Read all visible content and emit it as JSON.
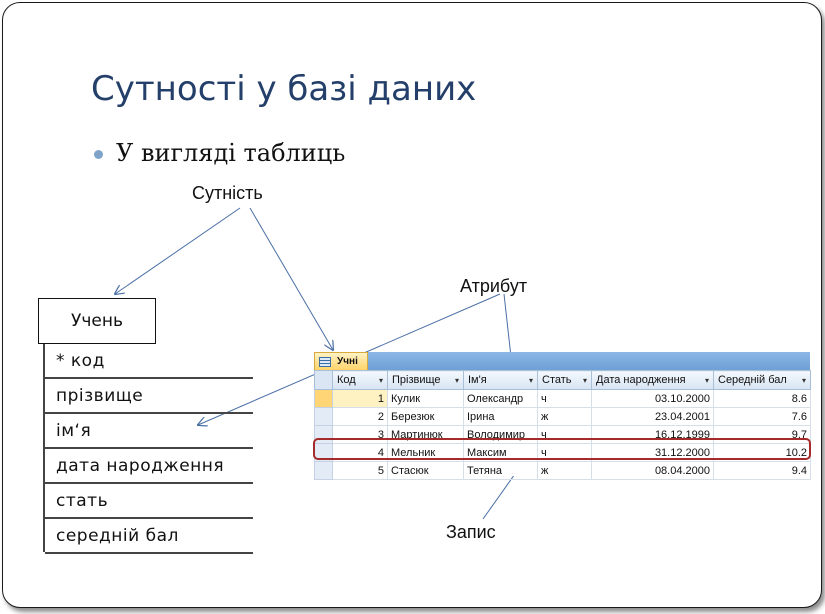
{
  "slide": {
    "title": "Сутності у базі даних",
    "bullet": "У вигляді таблиць"
  },
  "labels": {
    "entity": "Сутність",
    "attribute": "Атрибут",
    "record": "Запис"
  },
  "entity_diagram": {
    "name": "Учень",
    "fields": [
      "* код",
      "прізвище",
      "ім‘я",
      "дата народження",
      "стать",
      "середній бал"
    ]
  },
  "table": {
    "tab_label": "Учні",
    "columns": [
      "Код",
      "Прізвище",
      "Ім'я",
      "Стать",
      "Дата народження",
      "Середній бал"
    ],
    "rows": [
      [
        "1",
        "Кулик",
        "Олександр",
        "ч",
        "03.10.2000",
        "8.6"
      ],
      [
        "2",
        "Березюк",
        "Ірина",
        "ж",
        "23.04.2001",
        "7.6"
      ],
      [
        "3",
        "Мартинюк",
        "Володимир",
        "ч",
        "16.12.1999",
        "9.7"
      ],
      [
        "4",
        "Мельник",
        "Максим",
        "ч",
        "31.12.2000",
        "10.2"
      ],
      [
        "5",
        "Стасюк",
        "Тетяна",
        "ж",
        "08.04.2000",
        "9.4"
      ]
    ],
    "highlighted_row": 4
  },
  "colors": {
    "title": "#243f6a",
    "bullet": "#7fa3c8",
    "arrow": "#4a6fa5",
    "highlight": "#a52a2a"
  }
}
